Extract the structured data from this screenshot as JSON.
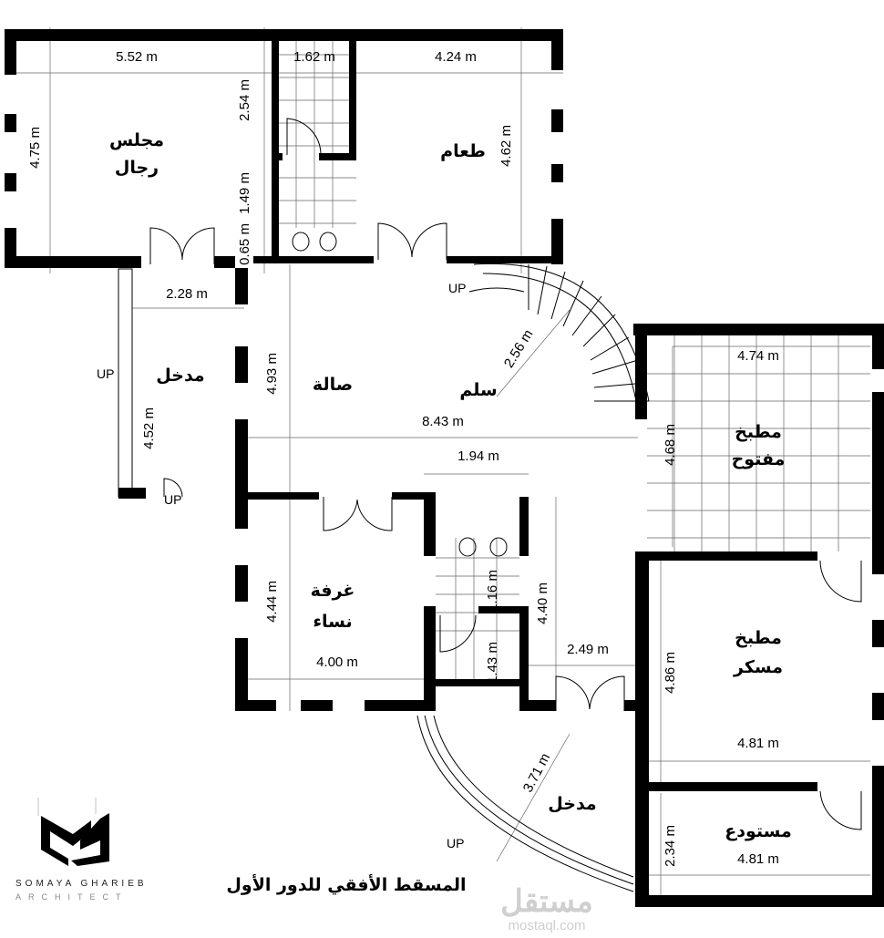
{
  "rooms": {
    "majlis_1": "مجلس",
    "majlis_2": "رجال",
    "dining": "طعام",
    "entry_side": "مدخل",
    "hall": "صالة",
    "stairs": "سلم",
    "open_kitchen_1": "مطبخ",
    "open_kitchen_2": "مفتوح",
    "women_room_1": "غرفة",
    "women_room_2": "نساء",
    "closed_kitchen_1": "مطبخ",
    "closed_kitchen_2": "مسكر",
    "main_entry": "مدخل",
    "storage": "مستودع"
  },
  "dimensions": {
    "majlis_w": "5.52 m",
    "bath_w": "1.62 m",
    "dining_w": "4.24 m",
    "bath_h": "2.54 m",
    "corridor_h": "1.49 m",
    "sink_h": "0.65 m",
    "majlis_h": "4.75 m",
    "dining_h": "4.62 m",
    "entry_w": "2.28 m",
    "entry_h": "4.52 m",
    "hall_h": "4.93 m",
    "hall_w": "8.43 m",
    "stair_r": "2.56 m",
    "open_kitchen_w": "4.74 m",
    "open_kitchen_h": "4.68 m",
    "bath2_w": "1.94 m",
    "women_h": "4.44 m",
    "women_w": "4.00 m",
    "bath2_h": "1.16 m",
    "lobby_h": "4.40 m",
    "wc_h": "1.43 m",
    "lobby_w": "2.49 m",
    "closed_kitchen_h": "4.86 m",
    "closed_kitchen_w": "4.81 m",
    "entry_r": "3.71 m",
    "storage_h": "2.34 m",
    "storage_w": "4.81 m"
  },
  "up_labels": [
    "UP",
    "UP",
    "UP",
    "UP"
  ],
  "title": "المسقط الأفقي للدور الأول",
  "logo": {
    "name": "SOMAYA GHARIEB",
    "subtitle": "ARCHITECT"
  },
  "watermark": {
    "arabic": "مستقل",
    "latin": "mostaql.com"
  },
  "colors": {
    "walls": "#000000",
    "background": "#ffffff",
    "watermark": "#cfcfcf"
  }
}
